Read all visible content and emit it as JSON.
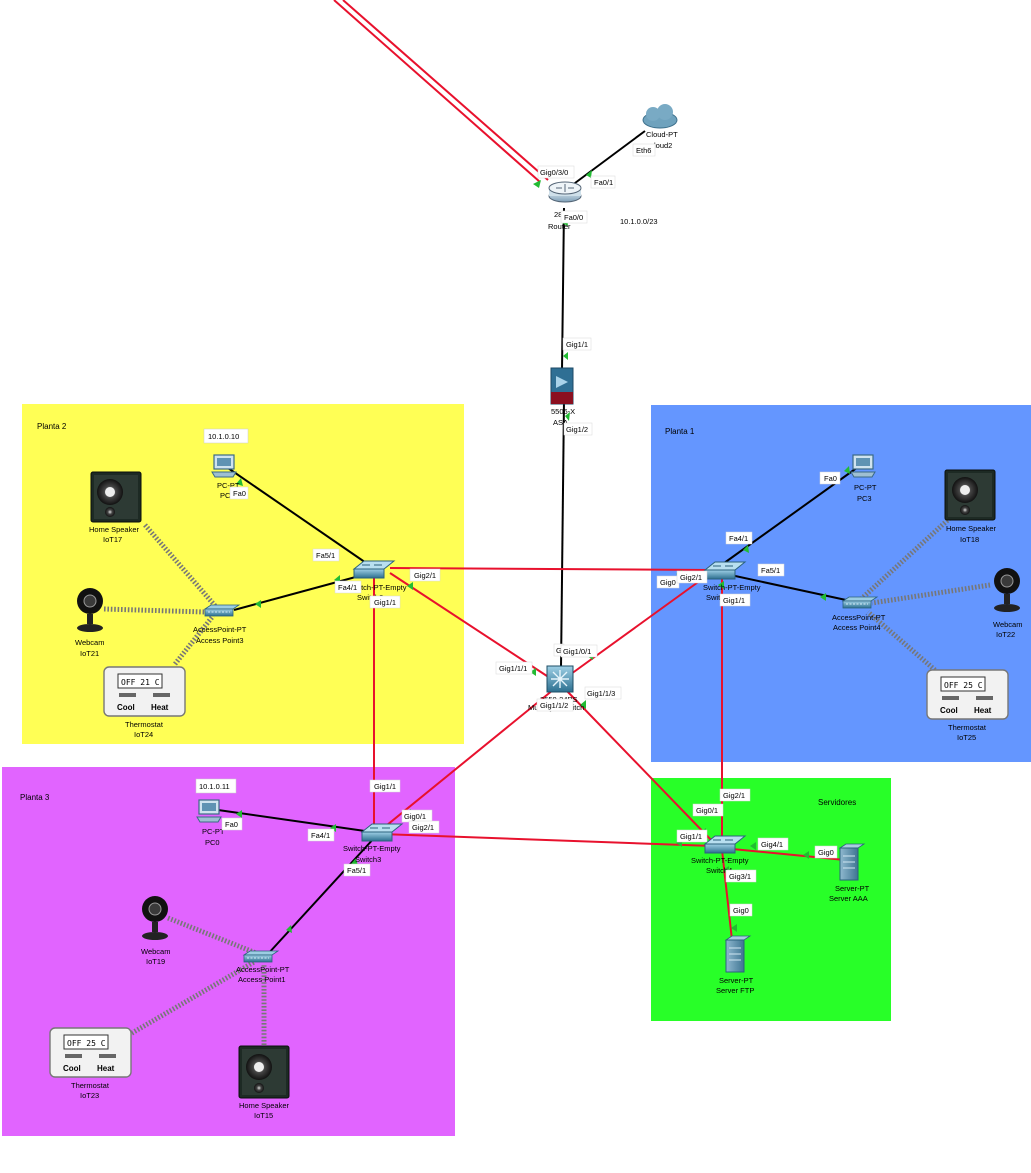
{
  "zones": {
    "planta2": {
      "title": "Planta 2",
      "color": "#ffff55"
    },
    "planta1": {
      "title": "Planta 1",
      "color": "#6496ff"
    },
    "planta3": {
      "title": "Planta 3",
      "color": "#e164ff"
    },
    "servidores": {
      "title": "Servidores",
      "color": "#28ff28"
    }
  },
  "network_label": "10.1.0.0/23",
  "devices": {
    "cloud": {
      "model": "Cloud-PT",
      "name": "loud2"
    },
    "router": {
      "model": "28",
      "name": "Router"
    },
    "asa": {
      "model": "5506-X",
      "name": "ASA"
    },
    "multilayer": {
      "model": "3650-24PS",
      "name": "Multilayer Switch"
    },
    "switch_p2": {
      "model": "Switch-PT-Empty",
      "name": "Switch2"
    },
    "switch_p1": {
      "model": "Switch-PT-Empty",
      "name": "Switch1"
    },
    "switch3": {
      "model": "Switch-PT-Empty",
      "name": "Switch3"
    },
    "switch_srv": {
      "model": "Switch-PT-Empty",
      "name": "Switch4"
    },
    "pc2": {
      "model": "PC-PT",
      "name": "PC2",
      "ip": "10.1.0.10"
    },
    "pc3": {
      "model": "PC-PT",
      "name": "PC3"
    },
    "pc0": {
      "model": "PC-PT",
      "name": "PC0",
      "ip": "10.1.0.11"
    },
    "ap3": {
      "model": "AccessPoint-PT",
      "name": "Access Point3"
    },
    "ap4": {
      "model": "AccessPoint-PT",
      "name": "Access Point4"
    },
    "ap1": {
      "model": "AccessPoint-PT",
      "name": "Access Point1"
    },
    "iot17": {
      "model": "Home Speaker",
      "name": "IoT17"
    },
    "iot21": {
      "model": "Webcam",
      "name": "IoT21"
    },
    "iot24": {
      "model": "Thermostat",
      "name": "IoT24",
      "display": "OFF 21 C"
    },
    "iot18": {
      "model": "Home Speaker",
      "name": "IoT18"
    },
    "iot22": {
      "model": "Webcam",
      "name": "IoT22"
    },
    "iot25": {
      "model": "Thermostat",
      "name": "IoT25",
      "display": "OFF 25 C"
    },
    "iot19": {
      "model": "Webcam",
      "name": "IoT19"
    },
    "iot23": {
      "model": "Thermostat",
      "name": "IoT23",
      "display": "OFF 25 C"
    },
    "iot15": {
      "model": "Home Speaker",
      "name": "IoT15"
    },
    "srv_aaa": {
      "model": "Server-PT",
      "name": "Server AAA"
    },
    "srv_ftp": {
      "model": "Server-PT",
      "name": "Server FTP"
    }
  },
  "thermostat_buttons": {
    "cool": "Cool",
    "heat": "Heat"
  },
  "ports": {
    "eth6": "Eth6",
    "fa0_1": "Fa0/1",
    "gig0_3_0": "Gig0/3/0",
    "fa0_0": "Fa0/0",
    "gig1_1_asa": "Gig1/1",
    "gig1_2_asa": "Gig1/2",
    "g_ml": "G",
    "gig1_0_1": "Gig1/0/1",
    "gig1_1_1": "Gig1/1/1",
    "gig1_1_3": "Gig1/1/3",
    "gig1_1_2": "Gig1/1/2",
    "p2_fa0": "Fa0",
    "p2_fa5_1": "Fa5/1",
    "p2_fa4_1": "Fa4/1",
    "p2_gig2_1": "Gig2/1",
    "p2_gig1_1": "Gig1/1",
    "p1_fa0": "Fa0",
    "p1_fa4_1": "Fa4/1",
    "p1_fa5_1": "Fa5/1",
    "p1_gig0": "Gig0",
    "p1_gig2_1": "Gig2/1",
    "p1_gig1_1": "Gig1/1",
    "p3_fa0": "Fa0",
    "p3_fa4_1": "Fa4/1",
    "p3_fa5_1": "Fa5/1",
    "p3_gig1_1": "Gig1/1",
    "p3_gig0_1": "Gig0/1",
    "p3_gig2_1": "Gig2/1",
    "s_gig2_1": "Gig2/1",
    "s_gig0_1": "Gig0/1",
    "s_gig1_1": "Gig1/1",
    "s_gig4_1": "Gig4/1",
    "s_gig3_1": "Gig3/1",
    "aaa_gig0": "Gig0",
    "ftp_gig0": "Gig0"
  }
}
